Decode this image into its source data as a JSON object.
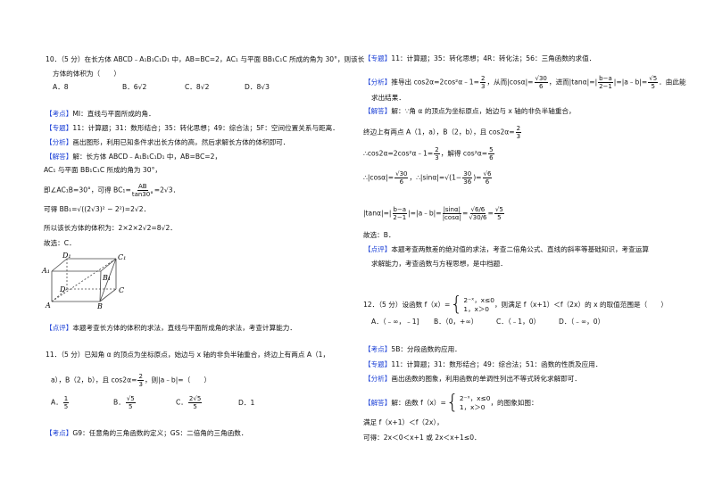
{
  "labels": {
    "kaodian": "【考点】",
    "zhuanti": "【专题】",
    "fenxi": "【分析】",
    "jieda": "【解答】",
    "dianping": "【点评】"
  },
  "q10": {
    "stem": "10．（5 分）在长方体 ABCD﹣A₁B₁C₁D₁ 中，AB=BC=2，AC₁ 与平面 BB₁C₁C 所成的角为 30°，则该长",
    "stem_cont": "方体的体积为（　　）",
    "options": [
      "A．8",
      "B．6√2",
      "C．8√2",
      "D．8√3"
    ],
    "kaodian": "MI：直线与平面所成的角．",
    "zhuanti": "11：计算题；31：数形结合；35：转化思想；49：综合法；5F：空间位置关系与距离．",
    "fenxi": "画出图形，利用已知条件求出长方体的高，然后求解长方体的体积即可．",
    "jieda": "解：长方体 ABCD﹣A₁B₁C₁D₁ 中，AB=BC=2，",
    "sol_line1": "AC₁ 与平面 BB₁C₁C 所成的角为 30°，",
    "sol_line2_pre": "即∠AC₁B=30°，可得 BC₁=",
    "sol_line2_num": "AB",
    "sol_line2_den": "tan30°",
    "sol_line2_post": "=2√3．",
    "sol_line3": "可得 BB₁=√((2√3)² − 2²)=2√2．",
    "sol_line4": "所以该长方体的体积为：2×2×2√2=8√2．",
    "answer": "故选：C．",
    "figure_labels": [
      "D₁",
      "C₁",
      "A₁",
      "B₁",
      "D",
      "C",
      "A",
      "B"
    ],
    "dianping": "本题考查长方体的体积的求法，直线与平面所成角的求法，考查计算能力．"
  },
  "q11": {
    "stem": "11．（5 分）已知角 α 的顶点为坐标原点，始边与 x 轴的非负半轴重合，终边上有两点 A（1，",
    "stem_cont_pre": "a），B（2，b），且 cos2α=",
    "stem_frac": [
      "2",
      "3"
    ],
    "stem_cont_post": "，则|a﹣b|=（　　）",
    "options": [
      {
        "label": "A．",
        "num": "1",
        "den": "5"
      },
      {
        "label": "B．",
        "num": "√5",
        "den": "5"
      },
      {
        "label": "C．",
        "num": "2√5",
        "den": "5"
      },
      {
        "label": "D．1",
        "num": "",
        "den": ""
      }
    ],
    "kaodian": "G9：任意角的三角函数的定义；GS：二倍角的三角函数．",
    "zhuanti": "11：计算题；35：转化思想；4R：转化法；56：三角函数的求值．",
    "fenxi_1": "推导出 cos2α=2cos²α﹣1=",
    "fenxi_f1": [
      "2",
      "3"
    ],
    "fenxi_2": "，从而|cosα|=",
    "fenxi_f2": [
      "√30",
      "6"
    ],
    "fenxi_3": "，进而|tanα|=|",
    "fenxi_f3": [
      "b−a",
      "2−1"
    ],
    "fenxi_4": "|=|a﹣b|=",
    "fenxi_f4": [
      "√5",
      "5"
    ],
    "fenxi_5": "．由此能",
    "fenxi_cont": "求出结果．",
    "jieda": "解：∵角 α 的顶点为坐标原点，始边与 x 轴的非负半轴重合，",
    "s1_pre": "终边上有两点 A（1，a），B（2，b），且 cos2α=",
    "s1_f": [
      "2",
      "3"
    ],
    "s2_pre": "∴cos2α=2cos²α﹣1=",
    "s2_f": [
      "2",
      "3"
    ],
    "s2_mid": "，解得 cos²α=",
    "s2_f2": [
      "5",
      "6"
    ],
    "s3_pre": "∴|cosα|=",
    "s3_f": [
      "√30",
      "6"
    ],
    "s3_mid": "，∴|sinα|=√(1−",
    "s3_f2": [
      "30",
      "36"
    ],
    "s3_mid2": ")=",
    "s3_f3": [
      "√6",
      "6"
    ],
    "s4_pre": "|tanα|=|",
    "s4_f": [
      "b−a",
      "2−1"
    ],
    "s4_mid": "|=|a﹣b|=",
    "s4_f2": [
      "|sinα|",
      "|cosα|"
    ],
    "s4_mid2": "=",
    "s4_f3": [
      "√6/6",
      "√30/6"
    ],
    "s4_mid3": "=",
    "s4_f4": [
      "√5",
      "5"
    ],
    "answer": "故选：B．",
    "dianping": "本题考查两数差的绝对值的求法，考查二倍角公式、直线的斜率等基础知识，考查运算",
    "dianping_cont": "求解能力，考查函数与方程思想，是中档题．"
  },
  "q12": {
    "stem_pre": "12．（5 分）设函数 f（x）=",
    "piece": [
      "2⁻ˣ，x≤0",
      "1，x＞0"
    ],
    "stem_post": "，则满足 f（x+1）＜f（2x）的 x 的取值范围是（　　）",
    "options": [
      "A．（﹣∞，﹣1]",
      "B．（0，+∞）",
      "C．（﹣1，0）",
      "D．（﹣∞，0）"
    ],
    "kaodian": "5B：分段函数的应用．",
    "zhuanti": "11：计算题；31：数形结合；49：综合法；51：函数的性质及应用．",
    "fenxi": "画出函数的图象，利用函数的单调性列出不等式转化求解即可．",
    "jieda_pre": "解：函数 f（x）=",
    "jieda_post": "，的图象如图：",
    "s1": "满足 f（x+1）＜f（2x），",
    "s2": "可得：2x＜0＜x+1 或 2x＜x+1≤0．"
  },
  "colors": {
    "tag": "#1a3fd6",
    "text": "#111111"
  }
}
